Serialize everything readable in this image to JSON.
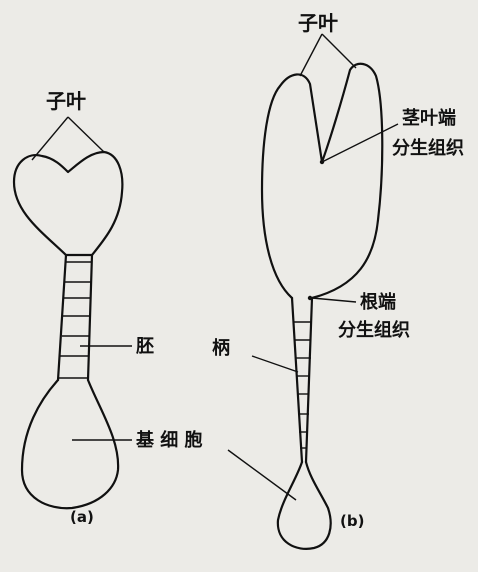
{
  "figure_a": {
    "label_cotyledon": "子叶",
    "label_embryo": "胚",
    "label_basal_cell": "基 细 胞",
    "panel_tag": "(a)"
  },
  "figure_b": {
    "label_cotyledon": "子叶",
    "label_shoot_meristem_line1": "茎叶端",
    "label_shoot_meristem_line2": "分生组织",
    "label_root_meristem_line1": "根端",
    "label_root_meristem_line2": "分生组织",
    "label_suspensor": "柄",
    "panel_tag": "(b)"
  },
  "colors": {
    "background": "#ecebe7",
    "ink": "#111111"
  }
}
